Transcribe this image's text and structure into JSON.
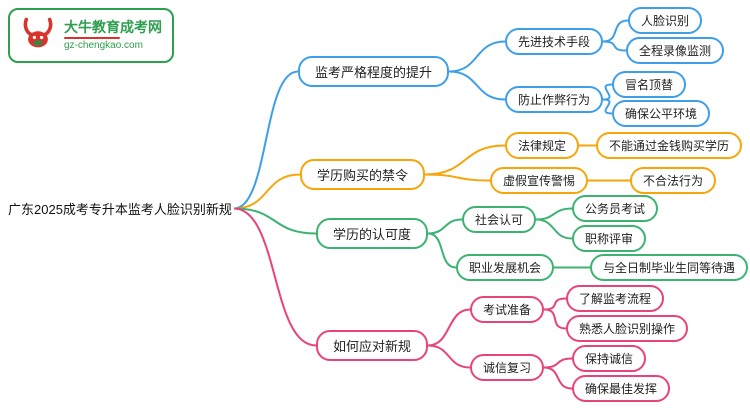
{
  "logo": {
    "title": "大牛教育成考网",
    "url": "gz-chengkao.com",
    "border_color": "#2e9e4f",
    "accent_color": "#d9342b"
  },
  "root": {
    "label": "广东2025成考专升本监考人脸识别新规"
  },
  "branches": [
    {
      "label": "监考严格程度的提升",
      "color": "#3e9fe9",
      "children": [
        {
          "label": "先进技术手段",
          "children": [
            {
              "label": "人脸识别"
            },
            {
              "label": "全程录像监测"
            }
          ]
        },
        {
          "label": "防止作弊行为",
          "children": [
            {
              "label": "冒名顶替"
            },
            {
              "label": "确保公平环境"
            }
          ]
        }
      ]
    },
    {
      "label": "学历购买的禁令",
      "color": "#f7a509",
      "children": [
        {
          "label": "法律规定",
          "children": [
            {
              "label": "不能通过金钱购买学历"
            }
          ]
        },
        {
          "label": "虚假宣传警惕",
          "children": [
            {
              "label": "不合法行为"
            }
          ]
        }
      ]
    },
    {
      "label": "学历的认可度",
      "color": "#3cb371",
      "children": [
        {
          "label": "社会认可",
          "children": [
            {
              "label": "公务员考试"
            },
            {
              "label": "职称评审"
            }
          ]
        },
        {
          "label": "职业发展机会",
          "children": [
            {
              "label": "与全日制毕业生同等待遇"
            }
          ]
        }
      ]
    },
    {
      "label": "如何应对新规",
      "color": "#e8437c",
      "children": [
        {
          "label": "考试准备",
          "children": [
            {
              "label": "了解监考流程"
            },
            {
              "label": "熟悉人脸识别操作"
            }
          ]
        },
        {
          "label": "诚信复习",
          "children": [
            {
              "label": "保持诚信"
            },
            {
              "label": "确保最佳发挥"
            }
          ]
        }
      ]
    }
  ]
}
